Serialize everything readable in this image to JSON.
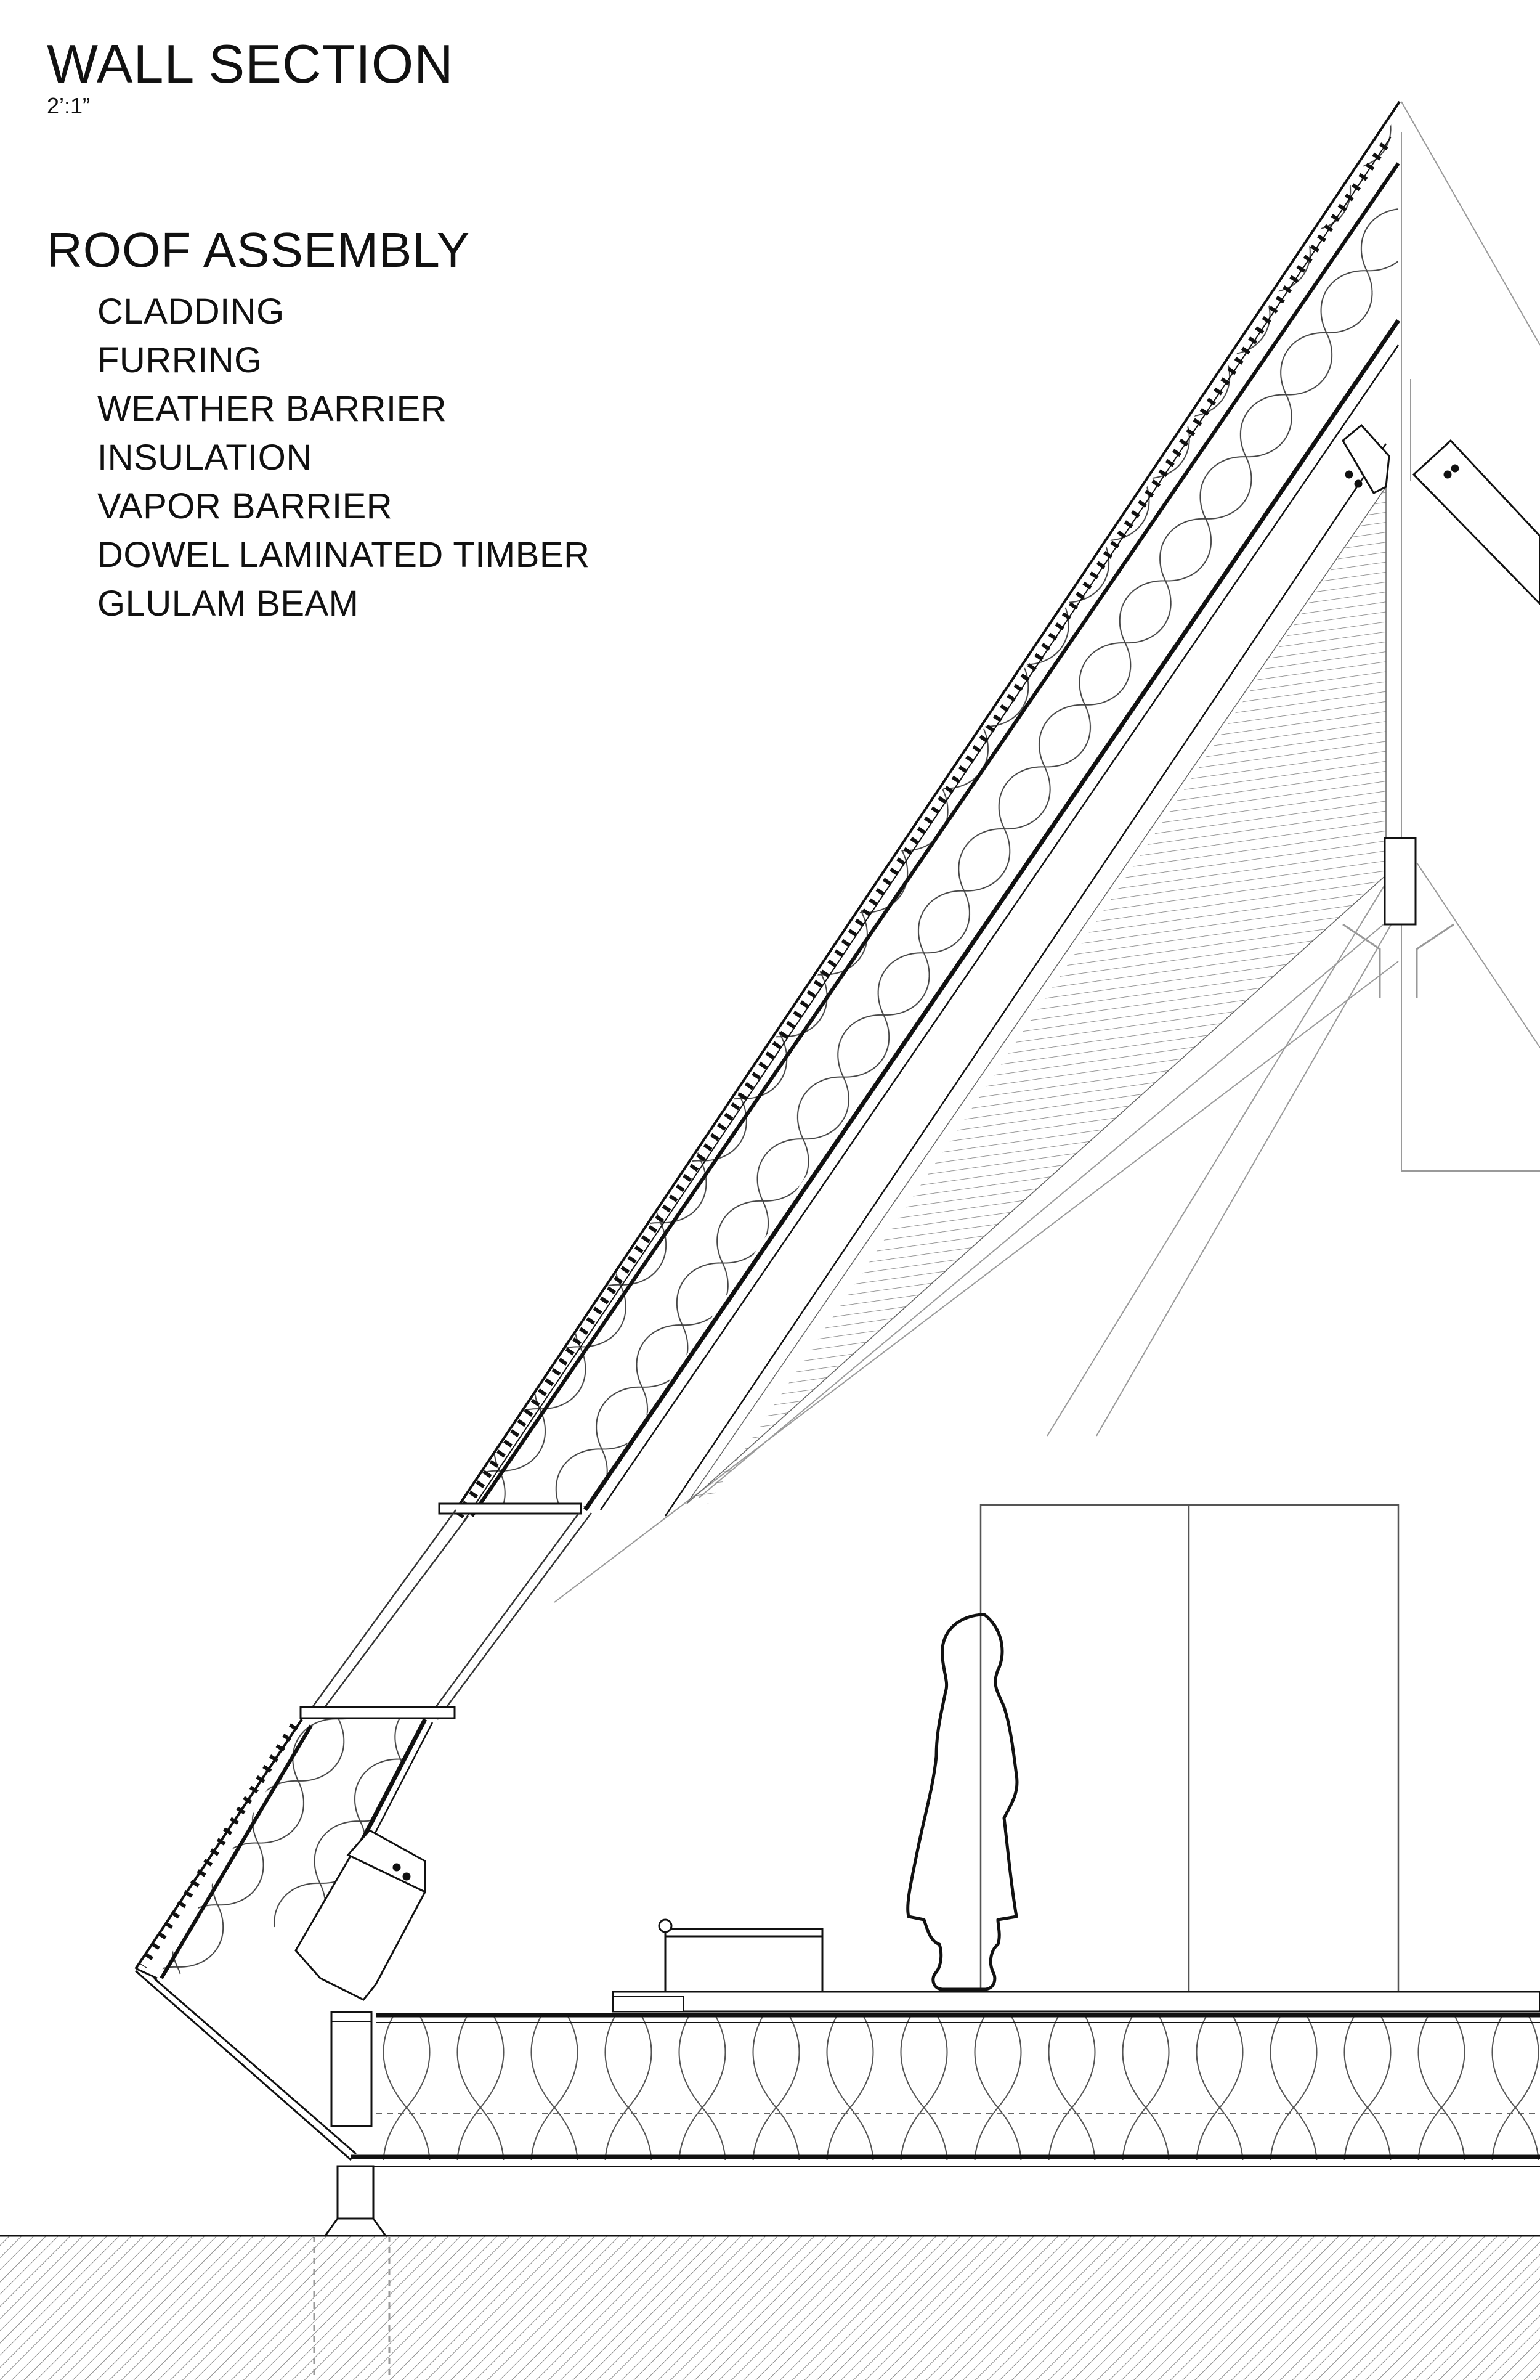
{
  "drawing": {
    "title": "WALL SECTION",
    "scale": "2’:1”",
    "assembly_title": "ROOF ASSEMBLY",
    "layers": [
      "CLADDING",
      "FURRING",
      "WEATHER BARRIER",
      "INSULATION",
      "VAPOR BARRIER",
      "DOWEL LAMINATED TIMBER",
      "GLULAM BEAM"
    ]
  },
  "colors": {
    "line": "#111111",
    "faint": "#9a9a9a",
    "ground_hatch": "#8c8c8c",
    "background": "#ffffff"
  },
  "icons": {
    "figure": "person-silhouette-icon",
    "bench": "bench-icon",
    "door": "door-icon"
  }
}
